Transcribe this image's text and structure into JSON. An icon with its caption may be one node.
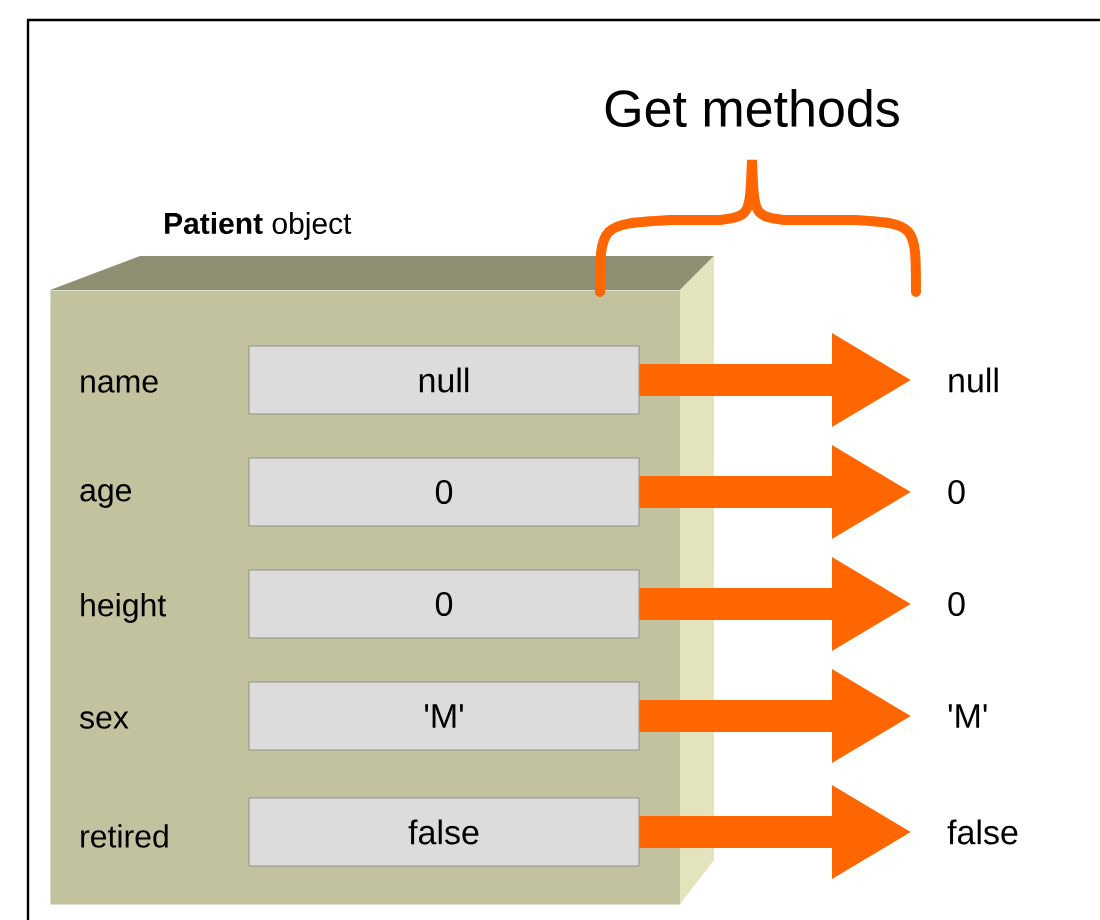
{
  "diagram": {
    "nodes": [
      {
        "text": [
          "**Patient** object"
        ]
      },
      {
        "text": [
          "null"
        ],
        "in": 0,
        "beside": [
          "name"
        ]
      },
      {
        "text": [
          "0"
        ],
        "in": 0,
        "beside": [
          "age"
        ]
      },
      {
        "text": [
          "0"
        ],
        "in": 0,
        "beside": [
          "height"
        ]
      },
      {
        "text": [
          "'M'"
        ],
        "in": 0,
        "beside": [
          "sex"
        ]
      },
      {
        "text": [
          "false"
        ],
        "in": 0,
        "beside": [
          "retired"
        ]
      },
      {
        "text": [
          "null"
        ]
      },
      {
        "text": [
          "0"
        ]
      },
      {
        "text": [
          "0"
        ]
      },
      {
        "text": [
          "'M'"
        ]
      },
      {
        "text": [
          "false"
        ]
      }
    ],
    "edges": [
      {
        "from": 1,
        "to": 6,
        "arrow": "to"
      },
      {
        "from": 2,
        "to": 7,
        "arrow": "to"
      },
      {
        "from": 3,
        "to": 8,
        "arrow": "to"
      },
      {
        "from": 4,
        "to": 9,
        "arrow": "to"
      },
      {
        "from": 5,
        "to": 10,
        "arrow": "to"
      }
    ],
    "labels": [
      "Get methods"
    ]
  }
}
